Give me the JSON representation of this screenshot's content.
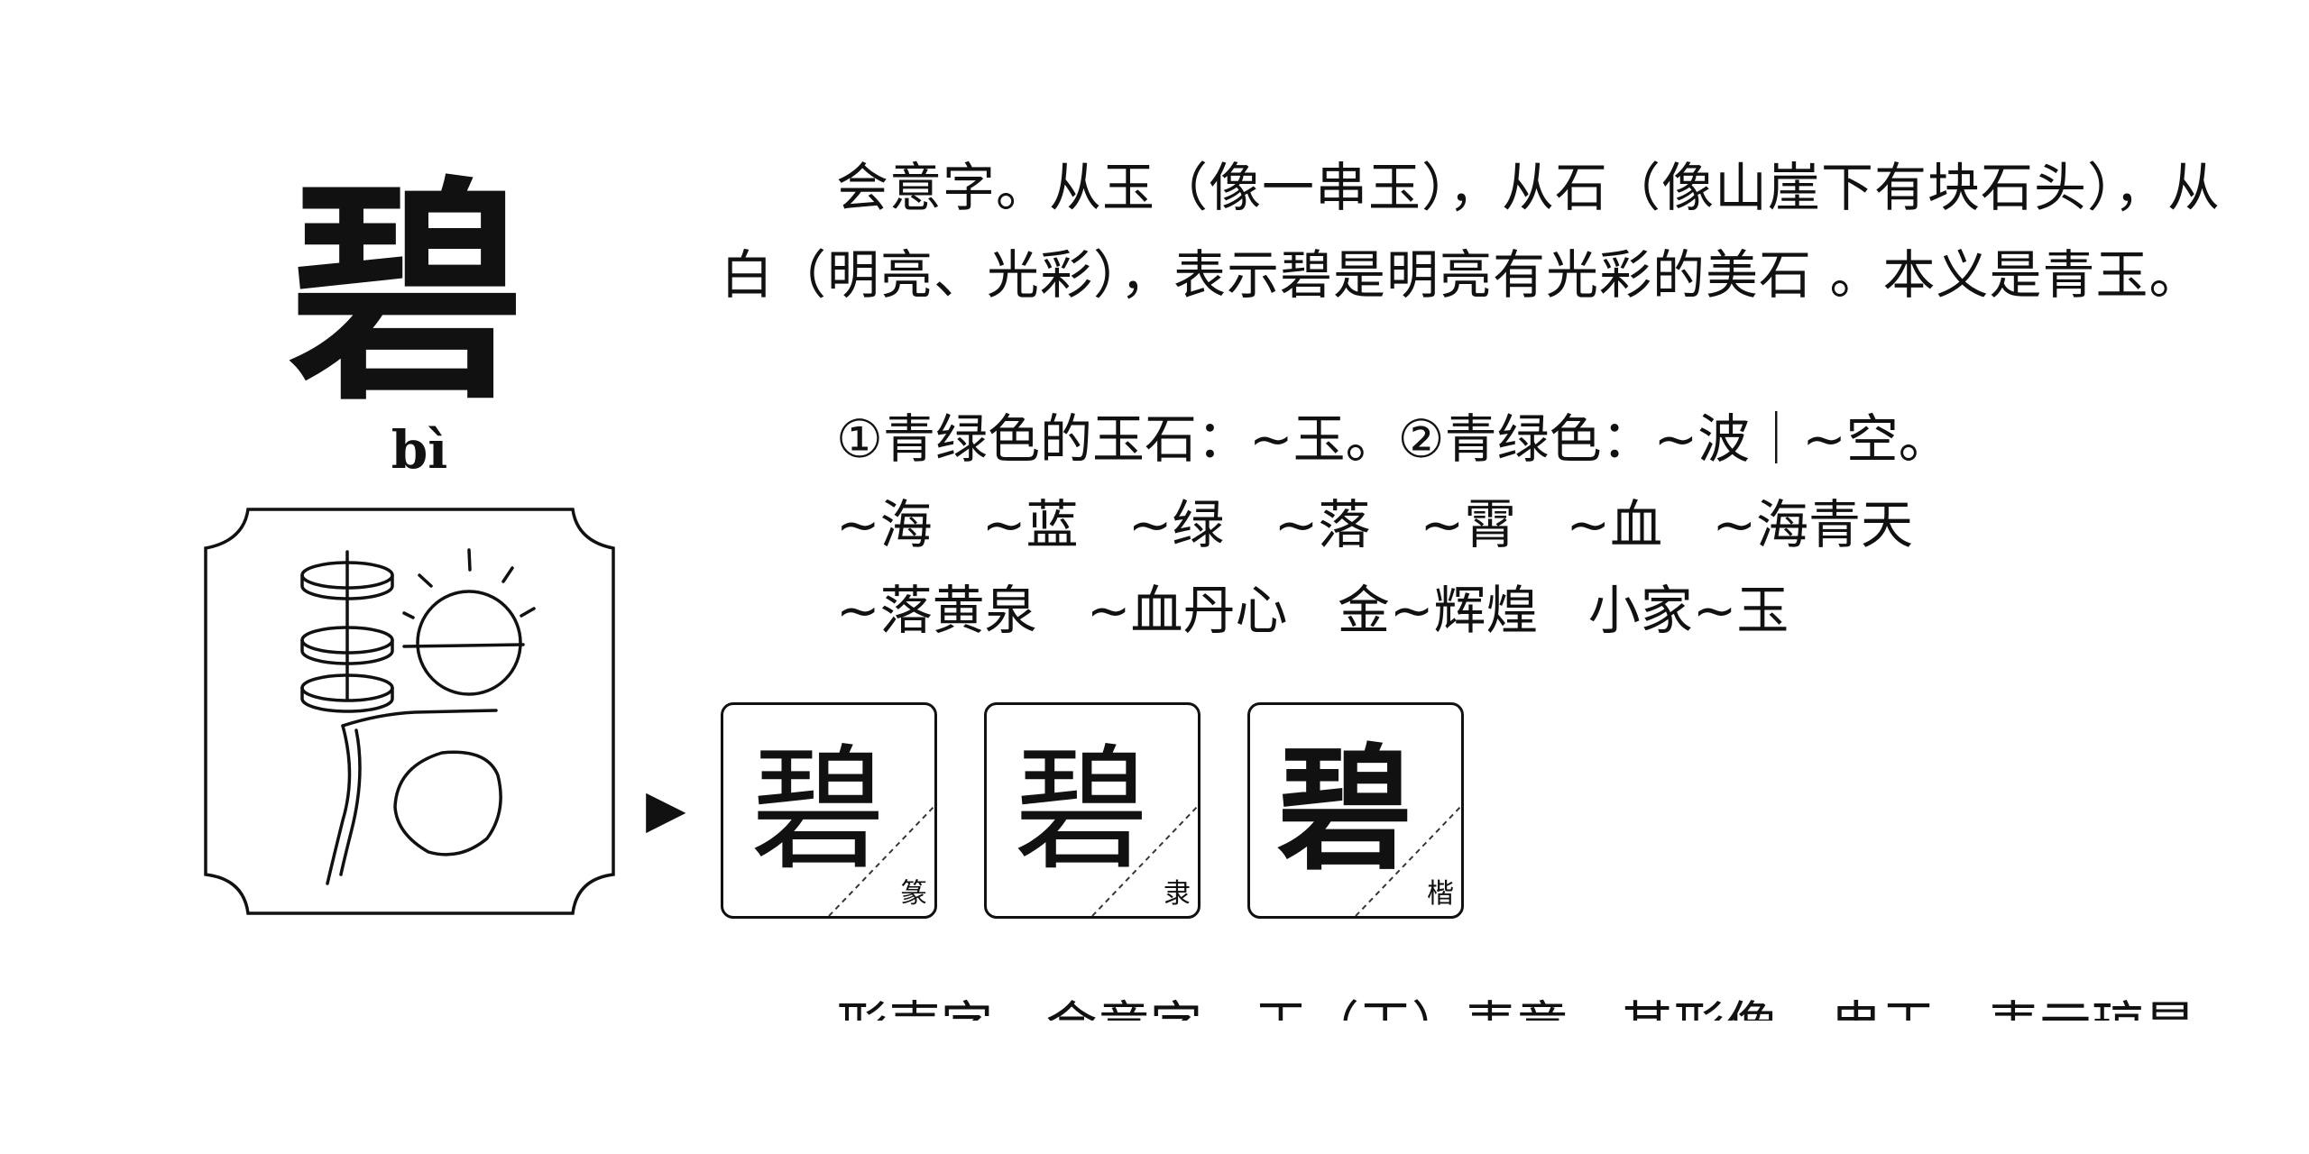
{
  "entry": {
    "character": "碧",
    "pinyin": "bì",
    "etymology": "会意字。从玉（像一串玉），从石（像山崖下有块石头），从白（明亮、光彩），表示碧是明亮有光彩的美石 。本义是青玉。",
    "definitions": "①青绿色的玉石：~玉。②青绿色：~波｜~空。",
    "words_line1": "~海   ~蓝   ~绿   ~落   ~霄   ~血   ~海青天",
    "words_line2": "~落黄泉   ~血丹心   金~辉煌   小家~玉",
    "arrow": "▶",
    "script_forms": [
      {
        "glyph": "碧",
        "style": "篆"
      },
      {
        "glyph": "碧",
        "style": "隶"
      },
      {
        "glyph": "碧",
        "style": "楷"
      }
    ],
    "next_entry_partial": "形声字。会意字。王（玉）表意，其形像一串玉，表示琼是"
  }
}
